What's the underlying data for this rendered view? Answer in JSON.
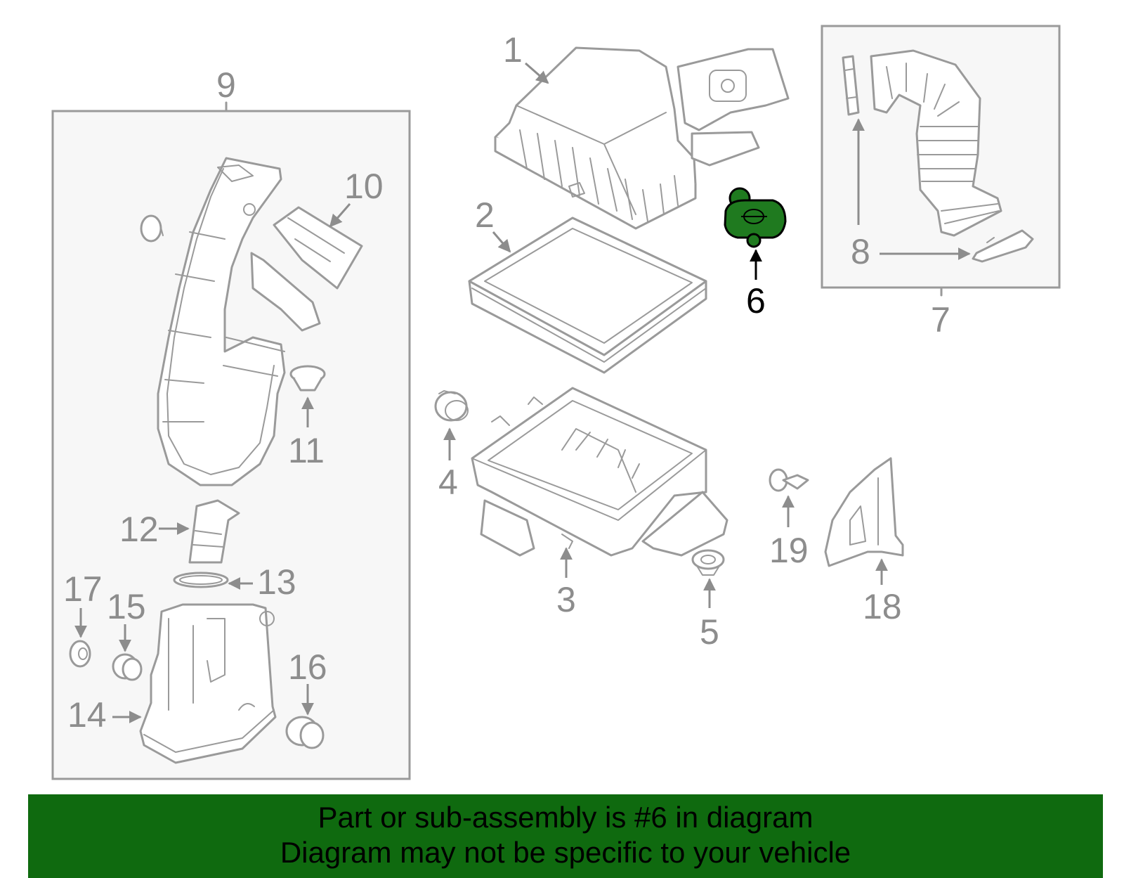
{
  "callouts": {
    "c1": "1",
    "c2": "2",
    "c3": "3",
    "c4": "4",
    "c5": "5",
    "c6": "6",
    "c7": "7",
    "c8": "8",
    "c9": "9",
    "c10": "10",
    "c11": "11",
    "c12": "12",
    "c13": "13",
    "c14": "14",
    "c15": "15",
    "c16": "16",
    "c17": "17",
    "c18": "18",
    "c19": "19"
  },
  "highlight": {
    "part": "6",
    "color": "#1f7a1f"
  },
  "colors": {
    "banner": "#0f6a0f",
    "line": "#9a9a9a",
    "box_fill": "#f7f7f7"
  },
  "banner": {
    "line1": "Part or sub-assembly is #6 in diagram",
    "line2": "Diagram may not be specific to your vehicle"
  }
}
